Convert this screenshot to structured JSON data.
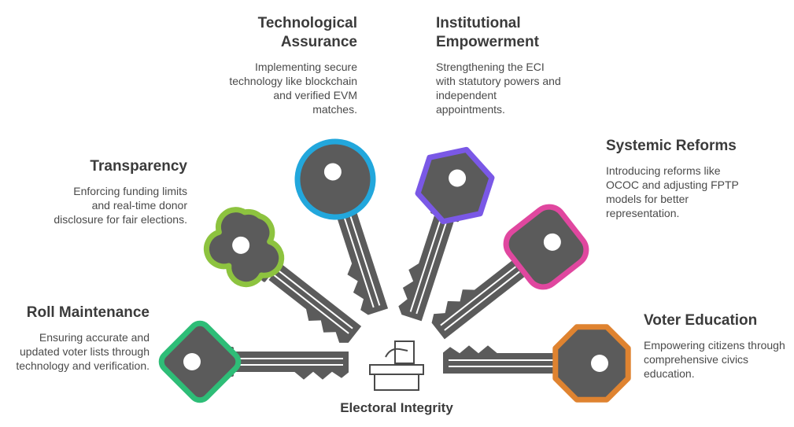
{
  "center": {
    "label": "Electoral Integrity",
    "icon": "ballot-box-icon"
  },
  "colors": {
    "key_body": "#5b5b5b",
    "key_outline": "#ffffff"
  },
  "keys": [
    {
      "id": "roll-maintenance",
      "title": "Roll Maintenance",
      "description": "Ensuring accurate and updated voter lists through technology and verification.",
      "color": "#2ebd77",
      "shape": "diamond"
    },
    {
      "id": "transparency",
      "title": "Transparency",
      "description": "Enforcing funding limits and real-time donor disclosure for fair elections.",
      "color": "#8dc33f",
      "shape": "trefoil"
    },
    {
      "id": "technological-assurance",
      "title": "Technological Assurance",
      "description": "Implementing secure technology like blockchain and verified EVM matches.",
      "color": "#22a7dc",
      "shape": "circle"
    },
    {
      "id": "institutional-empowerment",
      "title": "Institutional Empowerment",
      "description": "Strengthening the ECI with statutory powers and independent appointments.",
      "color": "#7a58e6",
      "shape": "hexagon"
    },
    {
      "id": "systemic-reforms",
      "title": "Systemic Reforms",
      "description": "Introducing reforms like OCOC and adjusting FPTP models for better representation.",
      "color": "#e0479f",
      "shape": "rounded-square"
    },
    {
      "id": "voter-education",
      "title": "Voter Education",
      "description": "Empowering citizens through comprehensive civics education.",
      "color": "#df8330",
      "shape": "octagon"
    }
  ]
}
